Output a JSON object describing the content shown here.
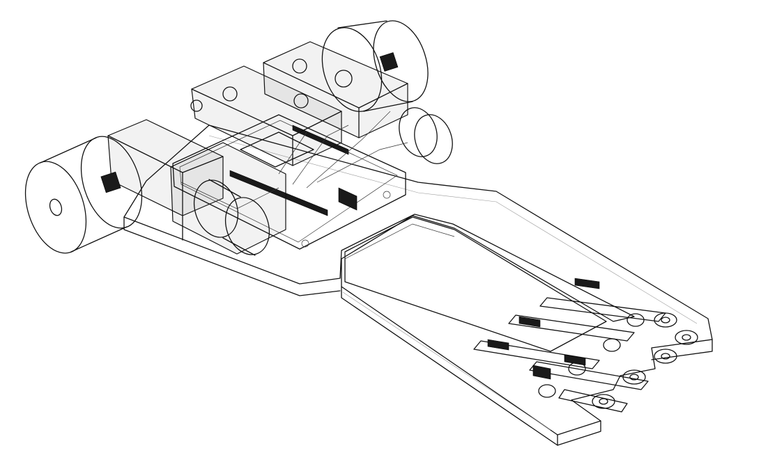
{
  "drawing": {
    "subject": "line-follower-robot-assembly",
    "style": "isometric-wireframe",
    "colors": {
      "background": "#ffffff",
      "line": "#111111",
      "hidden_line": "#999999"
    },
    "sensor_count": 5
  }
}
